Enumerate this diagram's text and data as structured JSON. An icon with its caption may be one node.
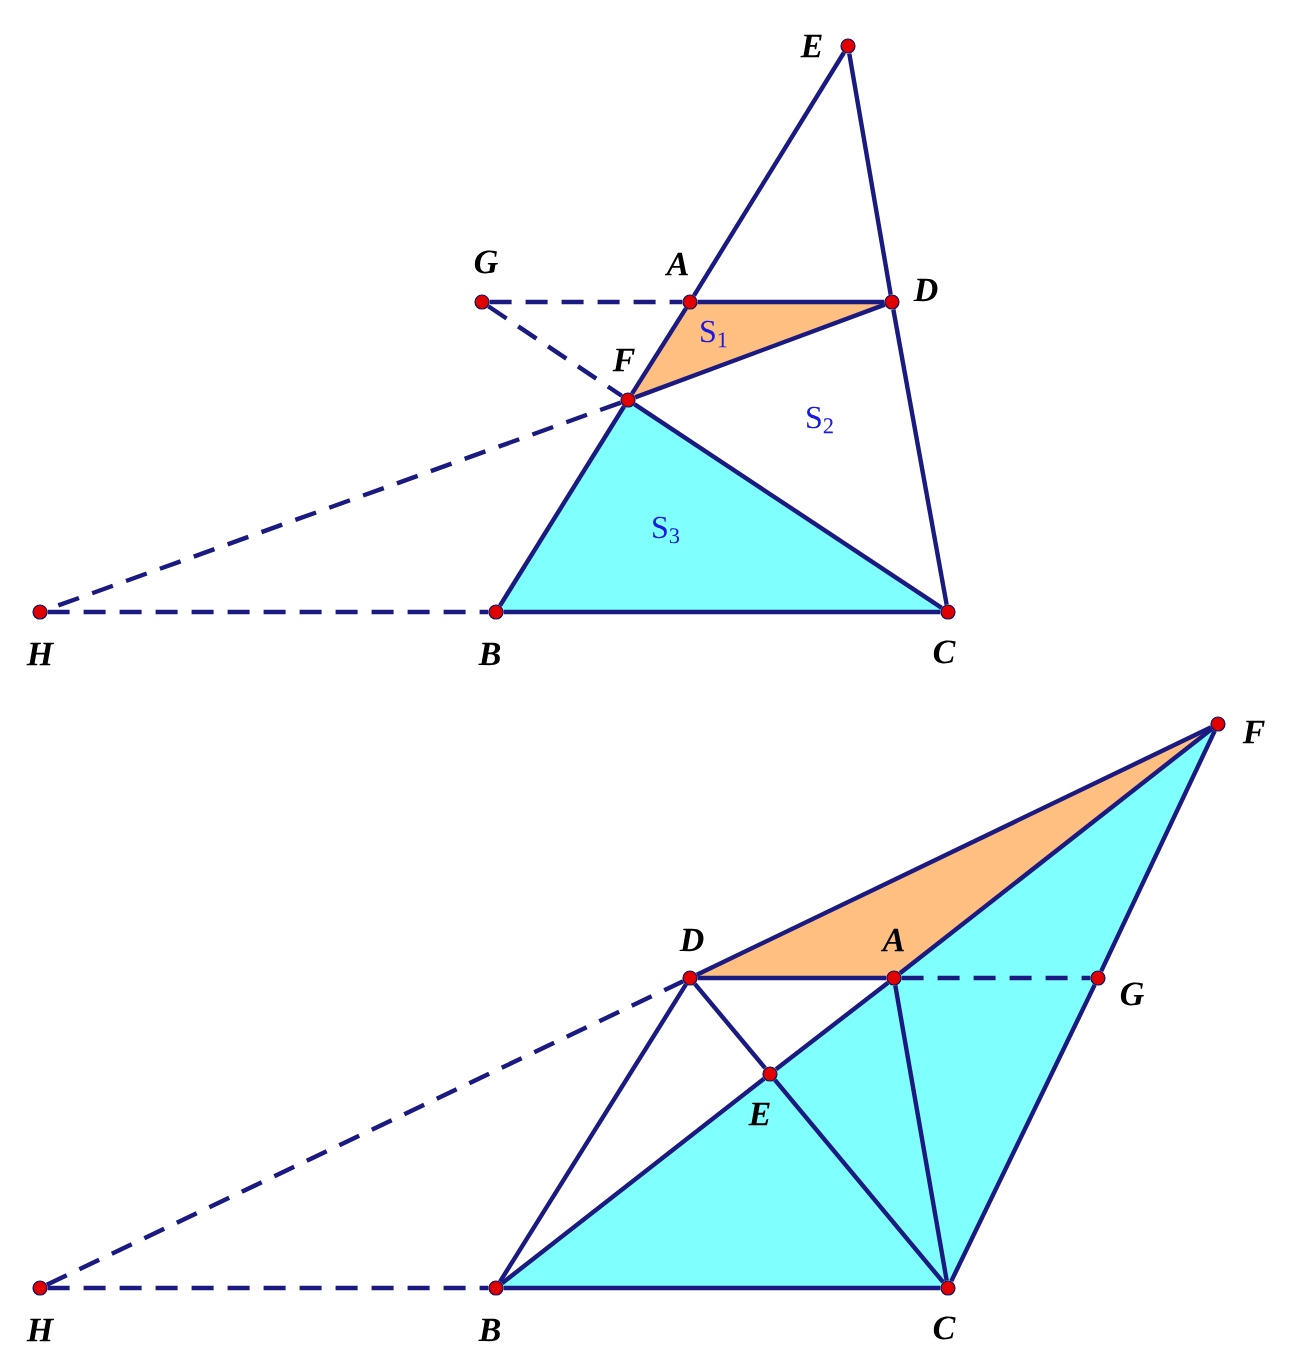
{
  "diagram": {
    "nodes": [
      {
        "text": [],
        "shape": "circle",
        "beside": [
          "E"
        ]
      },
      {
        "text": [],
        "shape": "circle",
        "beside": [
          "G"
        ]
      },
      {
        "text": [],
        "shape": "circle",
        "beside": [
          "A"
        ]
      },
      {
        "text": [],
        "shape": "circle",
        "beside": [
          "D"
        ]
      },
      {
        "text": [],
        "shape": "circle",
        "beside": [
          "F"
        ]
      },
      {
        "text": [],
        "shape": "circle",
        "beside": [
          "H"
        ]
      },
      {
        "text": [],
        "shape": "circle",
        "beside": [
          "B"
        ]
      },
      {
        "text": [],
        "shape": "circle",
        "beside": [
          "C"
        ]
      },
      {
        "text": [],
        "shape": "circle",
        "beside": [
          "F"
        ]
      },
      {
        "text": [],
        "shape": "circle",
        "beside": [
          "D"
        ]
      },
      {
        "text": [],
        "shape": "circle",
        "beside": [
          "A"
        ]
      },
      {
        "text": [],
        "shape": "circle",
        "beside": [
          "G"
        ]
      },
      {
        "text": [],
        "shape": "circle",
        "beside": [
          "E"
        ]
      },
      {
        "text": [],
        "shape": "circle",
        "beside": [
          "H"
        ]
      },
      {
        "text": [],
        "shape": "circle",
        "beside": [
          "B"
        ]
      },
      {
        "text": [],
        "shape": "circle",
        "beside": [
          "C"
        ]
      }
    ],
    "edges": [
      {
        "from": 0,
        "to": 2,
        "arrow": "none"
      },
      {
        "from": 2,
        "to": 4,
        "arrow": "none"
      },
      {
        "from": 4,
        "to": 6,
        "arrow": "none"
      },
      {
        "from": 0,
        "to": 3,
        "arrow": "none"
      },
      {
        "from": 3,
        "to": 7,
        "arrow": "none"
      },
      {
        "from": 2,
        "to": 3,
        "arrow": "none"
      },
      {
        "from": 1,
        "to": 2,
        "arrow": "none",
        "style": "dashed"
      },
      {
        "from": 1,
        "to": 4,
        "arrow": "none",
        "style": "dashed"
      },
      {
        "from": 4,
        "to": 5,
        "arrow": "none",
        "style": "dashed"
      },
      {
        "from": 5,
        "to": 6,
        "arrow": "none",
        "style": "dashed"
      },
      {
        "from": 6,
        "to": 7,
        "arrow": "none"
      },
      {
        "from": 4,
        "to": 3,
        "arrow": "none"
      },
      {
        "from": 4,
        "to": 7,
        "arrow": "none"
      },
      {
        "from": 9,
        "to": 8,
        "arrow": "none"
      },
      {
        "from": 9,
        "to": 10,
        "arrow": "none"
      },
      {
        "from": 10,
        "to": 8,
        "arrow": "none"
      },
      {
        "from": 14,
        "to": 12,
        "arrow": "none"
      },
      {
        "from": 12,
        "to": 10,
        "arrow": "none"
      },
      {
        "from": 8,
        "to": 11,
        "arrow": "none"
      },
      {
        "from": 11,
        "to": 15,
        "arrow": "none"
      },
      {
        "from": 14,
        "to": 15,
        "arrow": "none"
      },
      {
        "from": 9,
        "to": 14,
        "arrow": "none"
      },
      {
        "from": 9,
        "to": 12,
        "arrow": "none"
      },
      {
        "from": 12,
        "to": 15,
        "arrow": "none"
      },
      {
        "from": 10,
        "to": 15,
        "arrow": "none"
      },
      {
        "from": 10,
        "to": 11,
        "arrow": "none",
        "style": "dashed"
      },
      {
        "from": 13,
        "to": 9,
        "arrow": "none",
        "style": "dashed"
      },
      {
        "from": 13,
        "to": 14,
        "arrow": "none",
        "style": "dashed"
      }
    ],
    "labels": [
      "S$_{1}$",
      "S$_{2}$",
      "S$_{3}$"
    ]
  }
}
